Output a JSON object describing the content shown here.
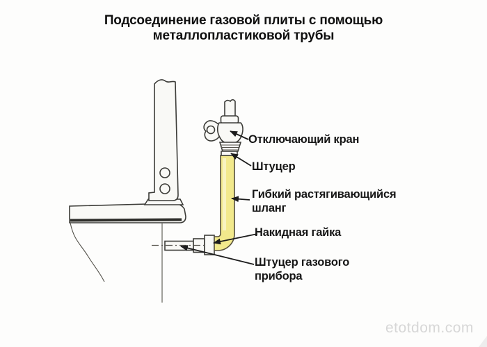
{
  "title": {
    "line1": "Подсоединение газовой плиты с помощью",
    "line2": "металлопластиковой трубы"
  },
  "labels": {
    "shutoff_valve": {
      "line1": "Отключающий кран"
    },
    "fitting": {
      "line1": "Штуцер"
    },
    "hose": {
      "line1": "Гибкий растягивающийся",
      "line2": "шланг"
    },
    "union_nut": {
      "line1": "Накидная гайка"
    },
    "appliance_fitting": {
      "line1": "Штуцер газового",
      "line2": "прибора"
    }
  },
  "watermark": "etotdom.com",
  "colors": {
    "hose": "#f2e98c",
    "hose_outline": "#56503c",
    "line": "#3c3c38",
    "watermark": "#d7d7d7",
    "background": "#fdfdfc",
    "text": "#101010"
  }
}
